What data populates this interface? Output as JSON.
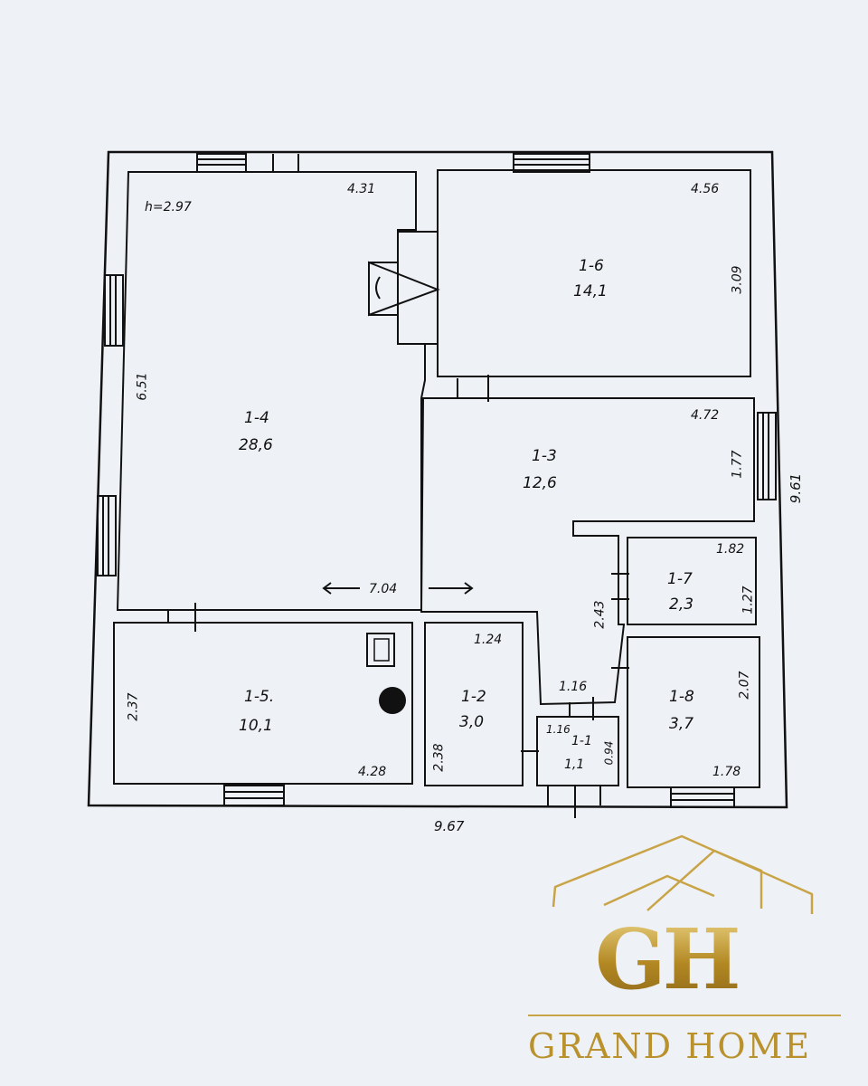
{
  "rooms": [
    {
      "id": "1-1",
      "area": "1,1"
    },
    {
      "id": "1-2",
      "area": "3,0"
    },
    {
      "id": "1-3",
      "area": "12,6"
    },
    {
      "id": "1-4",
      "area": "28,6"
    },
    {
      "id": "1-5.",
      "area": "10,1"
    },
    {
      "id": "1-6",
      "area": "14,1"
    },
    {
      "id": "1-7",
      "area": "2,3"
    },
    {
      "id": "1-8",
      "area": "3,7"
    }
  ],
  "dimensions": {
    "height": "h=2.97",
    "r14_width": "4.31",
    "r14_height": "6.51",
    "r16_width": "4.56",
    "r16_height": "3.09",
    "r13_width": "4.72",
    "r13_height": "1.77",
    "total_right": "9.61",
    "total_bottom": "9.67",
    "span_704": "7.04",
    "r17_width": "1.82",
    "r17_height": "1.27",
    "corridor": "2.43",
    "r18_height": "2.07",
    "r18_width": "1.78",
    "r12_width": "1.24",
    "r12_height": "2.38",
    "r11_top": "1.16",
    "r11_inner": "1.16",
    "r11_height": "0.94",
    "r15_height": "2.37",
    "r15_width": "4.28"
  },
  "logo": {
    "initials": "GH",
    "name": "GRAND HOME",
    "colors": {
      "gold": "#b9922e",
      "gold_light": "#e2c56d"
    }
  }
}
